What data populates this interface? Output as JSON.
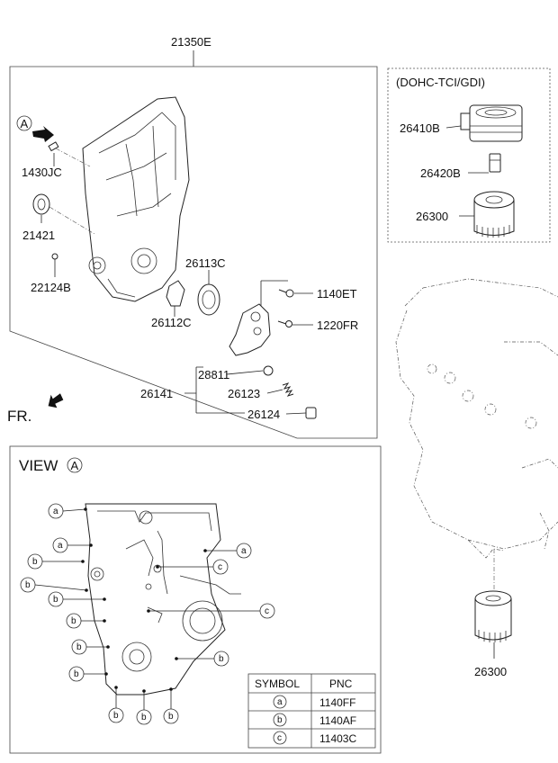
{
  "top_ref": "21350E",
  "view_marker": "A",
  "parts": {
    "p1430JC": "1430JC",
    "p21421": "21421",
    "p22124B": "22124B",
    "p26113C": "26113C",
    "p26112C": "26112C",
    "p1140ET": "1140ET",
    "p1220FR": "1220FR",
    "p28811": "28811",
    "p26141": "26141",
    "p26123": "26123",
    "p26124": "26124"
  },
  "fr_label": "FR.",
  "variant_box": {
    "title": "(DOHC-TCI/GDI)",
    "p26410B": "26410B",
    "p26420B": "26420B",
    "p26300": "26300"
  },
  "engine_filter_label": "26300",
  "view_section": {
    "title": "VIEW",
    "marker": "A",
    "callouts_left": [
      "a",
      "a",
      "b",
      "b",
      "b",
      "b",
      "b",
      "b"
    ],
    "callouts_right": [
      "a",
      "c",
      "c",
      "b"
    ],
    "callouts_bottom": [
      "b",
      "b",
      "b"
    ]
  },
  "legend_table": {
    "headers": [
      "SYMBOL",
      "PNC"
    ],
    "rows": [
      {
        "symbol": "a",
        "pnc": "1140FF"
      },
      {
        "symbol": "b",
        "pnc": "1140AF"
      },
      {
        "symbol": "c",
        "pnc": "11403C"
      }
    ]
  }
}
